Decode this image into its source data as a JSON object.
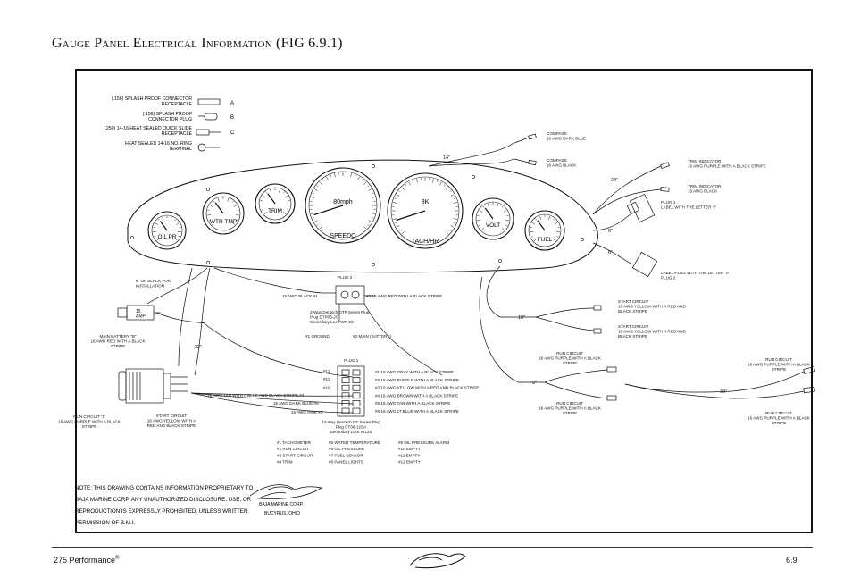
{
  "title": "Gauge Panel Electrical Information (FIG 6.9.1)",
  "legend": [
    {
      "text": "(.156) SPLASH PROOF CONNECTOR RECEPTACLE",
      "letter": "A"
    },
    {
      "text": "(.156) SPLASH PROOF CONNECTOR PLUG",
      "letter": "B"
    },
    {
      "text": "(.250) 14-16 HEAT SEALED QUICK SLIDE RECEPTACLE",
      "letter": "C"
    },
    {
      "text": "HEAT SEALED 14-16 NO. RING TERMINAL",
      "letter": ""
    }
  ],
  "gauges": {
    "oil": "OIL PR",
    "water": "WTR TMP",
    "trim": "TRIM",
    "speedo_top": "80mph",
    "speedo_bottom": "SPEEDO",
    "tach_top": "8K",
    "tach_bottom": "TACH/HR",
    "volt": "VOLT",
    "fuel": "FUEL"
  },
  "labels": {
    "compass_a": "COMPASS\n16 AWG DARK BLUE",
    "compass_b": "COMPASS\n16 AWG BLACK",
    "len_14": "14\"",
    "len_24": "24\"",
    "len_6a": "6\"",
    "len_6b": "6\"",
    "len_10": "10\"",
    "len_9": "9\"",
    "len_30": "30\"",
    "len_22": "22\"",
    "trim_ind_a": "TRIM INDICATOR\n16 AWG PURPLE WITH A BLACK STRIPE",
    "trim_ind_b": "TRIM INDICATOR\n16 AWG BLACK",
    "plug1_right": "PLUG 1\nLABEL WITH THE LETTER \"I\"",
    "plug2_right": "LABEL PLUG WITH THE LETTER \"II\"\nPLUG 2",
    "start_a": "START CIRCUIT\n16 AWG YELLOW WITH A RED AND\nBLACK STRIPE",
    "start_b": "START CIRCUIT\n16 AWG YELLOW WITH A RED AND\nBLACK STRIPE",
    "run_a": "RUN CIRCUIT\n16 AWG PURPLE WITH A BLACK\nSTRIPE",
    "run_b": "RUN CIRCUIT\n16 AWG PURPLE WITH A BLACK\nSTRIPE",
    "run_c": "RUN CIRCUIT\n16 AWG PURPLE WITH A BLACK\nSTRIPE",
    "run_d": "RUN CIRCUIT\n16 AWG PURPLE WITH A BLACK\nSTRIPE",
    "slack": "6\" OF SLACK FOR\nINSTALLATION",
    "fuse": "15\nAMP",
    "main_battery": "MAIN BATTERY \"B\"\n16 AWG RED WITH A BLACK\nSTRIPE",
    "plug2_title": "PLUG 2",
    "plug2_black": "16 AWG BLACK #1",
    "plug2_red": "#2 16 AWG RED WITH A BLACK STRIPE",
    "plug2_part": "2-Way Deutsch DTP Series Plug\nPlug DTP06-2S\nSecondary Lock WP-2S",
    "ground": "#1 GROUND",
    "main_bat2": "#2 MAIN (BATTERY)",
    "plug1_title": "PLUG 1",
    "tan_blue": "16 AWG TAN WITH A BLUE AND BLACK STRIPE #4",
    "dark_blue": "16 AWG DARK BLUE #6",
    "pink": "16 AWG PINK #7",
    "run_left": "RUN CIRCUIT \"I\"\n16 AWG PURPLE WITH A BLACK\nSTRIPE",
    "start_left": "START CIRCUIT\n16 AWG YELLOW WITH A\nRED AND BLACK STRIPE",
    "plug1_part": "12-Way Deutsch DT Series Plug\nPlug DT06-12SA\nSecondary Lock W12S",
    "pins_right": [
      "#1 16 AWG GRAY WITH A BLACK STRIPE",
      "#2 16 AWG PURPLE WITH A BLACK STRIPE",
      "#3 16 AWG YELLOW WITH A RED AND BLACK STRIPE",
      "#4 16 AWG BROWN WITH A BLACK STRIPE",
      "#5 16 AWG TAN WITH A BLACK STRIPE",
      "#6 16 AWG LT BLUE WITH A BLACK STRIPE"
    ],
    "pins_left": [
      "#12",
      "#11",
      "#10"
    ],
    "pin_col1": [
      "#1 TACHOMETER",
      "#2 RUN CIRCUIT",
      "#3 START CIRCUIT",
      "#4 TRIM"
    ],
    "pin_col2": [
      "#5 WATER TEMPERATURE",
      "#6 OIL PRESSURE",
      "#7 FUEL SENSOR",
      "#8 PANEL LIGHTS"
    ],
    "pin_col3": [
      "#9 OIL PRESSURE ALARM",
      "#10 EMPTY",
      "#11 EMPTY",
      "#12 EMPTY"
    ]
  },
  "note_lines": [
    "NOTE: THIS DRAWING CONTAINS INFORMATION PROPRIETARY TO",
    "BAJA MARINE CORP. ANY UNAUTHORIZED DISCLOSURE, USE, OR",
    "REPRODUCTION IS EXPRESSLY PROHIBITED, UNLESS WRITTEN",
    "PERMISSION OF B.M.I."
  ],
  "signature_lines": [
    "BAJA MARINE CORP.",
    "BUCYRUS, OHIO"
  ],
  "footer": {
    "left": "275 Performance",
    "registered": "®",
    "page": "6.9"
  }
}
